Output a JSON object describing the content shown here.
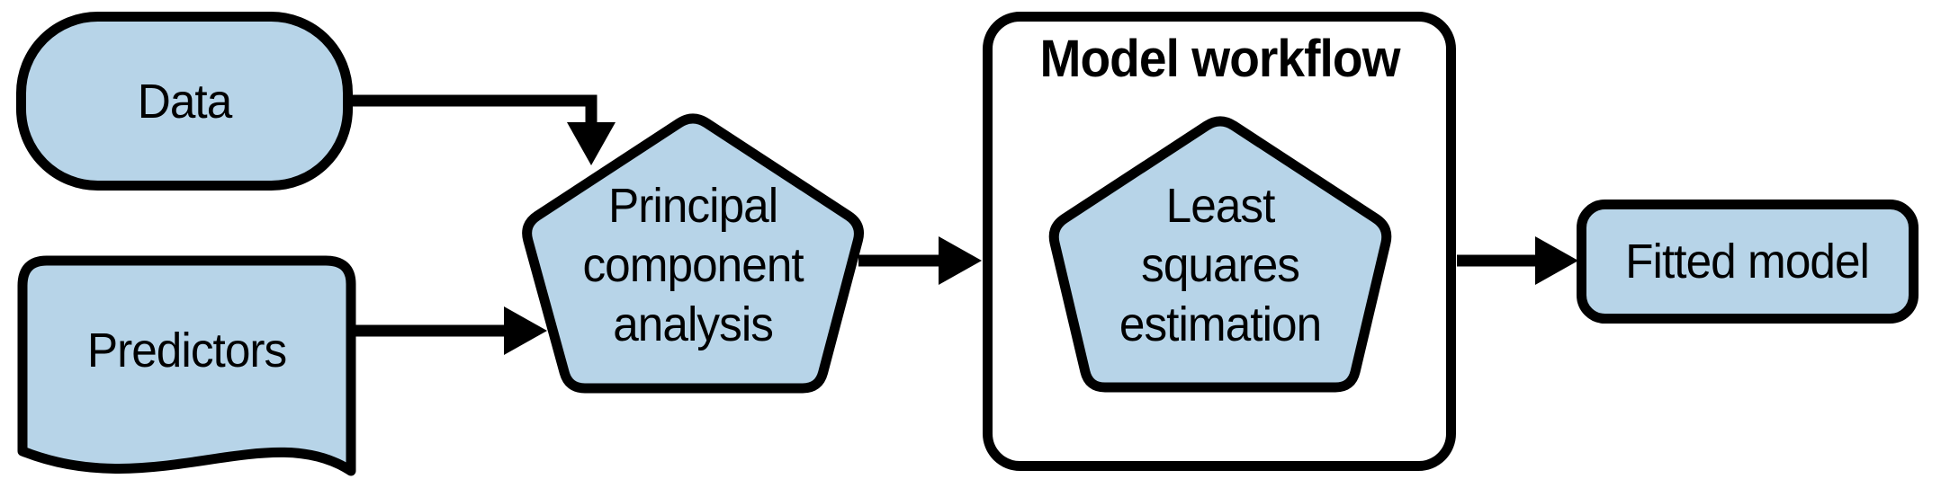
{
  "diagram": {
    "colors": {
      "node_fill": "#b7d4e8",
      "container_fill": "#ffffff",
      "stroke": "#000000",
      "text": "#000000",
      "background": "#ffffff"
    },
    "nodes": {
      "data": {
        "label": "Data",
        "shape": "stadium"
      },
      "predictors": {
        "label": "Predictors",
        "shape": "document"
      },
      "pca": {
        "label": "Principal component analysis",
        "lines": [
          "Principal",
          "component",
          "analysis"
        ],
        "shape": "pentagon"
      },
      "workflow": {
        "title": "Model workflow",
        "shape": "container"
      },
      "lse": {
        "label": "Least squares estimation",
        "lines": [
          "Least",
          "squares",
          "estimation"
        ],
        "shape": "pentagon"
      },
      "fitted": {
        "label": "Fitted model",
        "shape": "rounded-rect"
      }
    },
    "edges": [
      {
        "from": "data",
        "to": "pca"
      },
      {
        "from": "predictors",
        "to": "pca"
      },
      {
        "from": "pca",
        "to": "workflow"
      },
      {
        "from": "workflow",
        "to": "fitted"
      }
    ]
  }
}
